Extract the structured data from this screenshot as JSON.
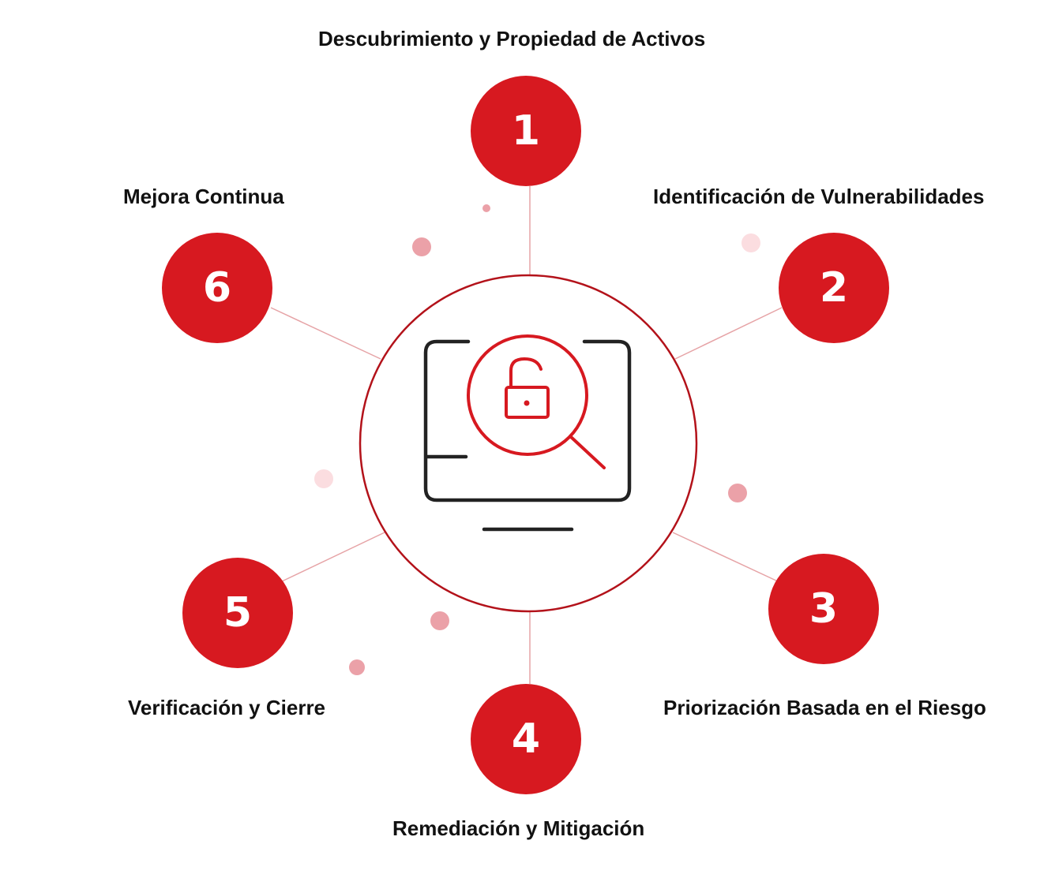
{
  "colors": {
    "accent": "#d71920",
    "ring": "#b3121a",
    "connector": "#e6a3a6",
    "dot_light": "#fbdde0",
    "dot_mid": "#eba1a8",
    "text": "#111111",
    "monitor": "#222222"
  },
  "center": {
    "icon": "monitor-magnifier-unlocked-padlock-icon"
  },
  "steps": [
    {
      "number": "1",
      "label": "Descubrimiento y Propiedad de Activos"
    },
    {
      "number": "2",
      "label": "Identificación de Vulnerabilidades"
    },
    {
      "number": "3",
      "label": "Priorización Basada en el Riesgo"
    },
    {
      "number": "4",
      "label": "Remediación y Mitigación"
    },
    {
      "number": "5",
      "label": "Verificación y Cierre"
    },
    {
      "number": "6",
      "label": "Mejora Continua"
    }
  ]
}
